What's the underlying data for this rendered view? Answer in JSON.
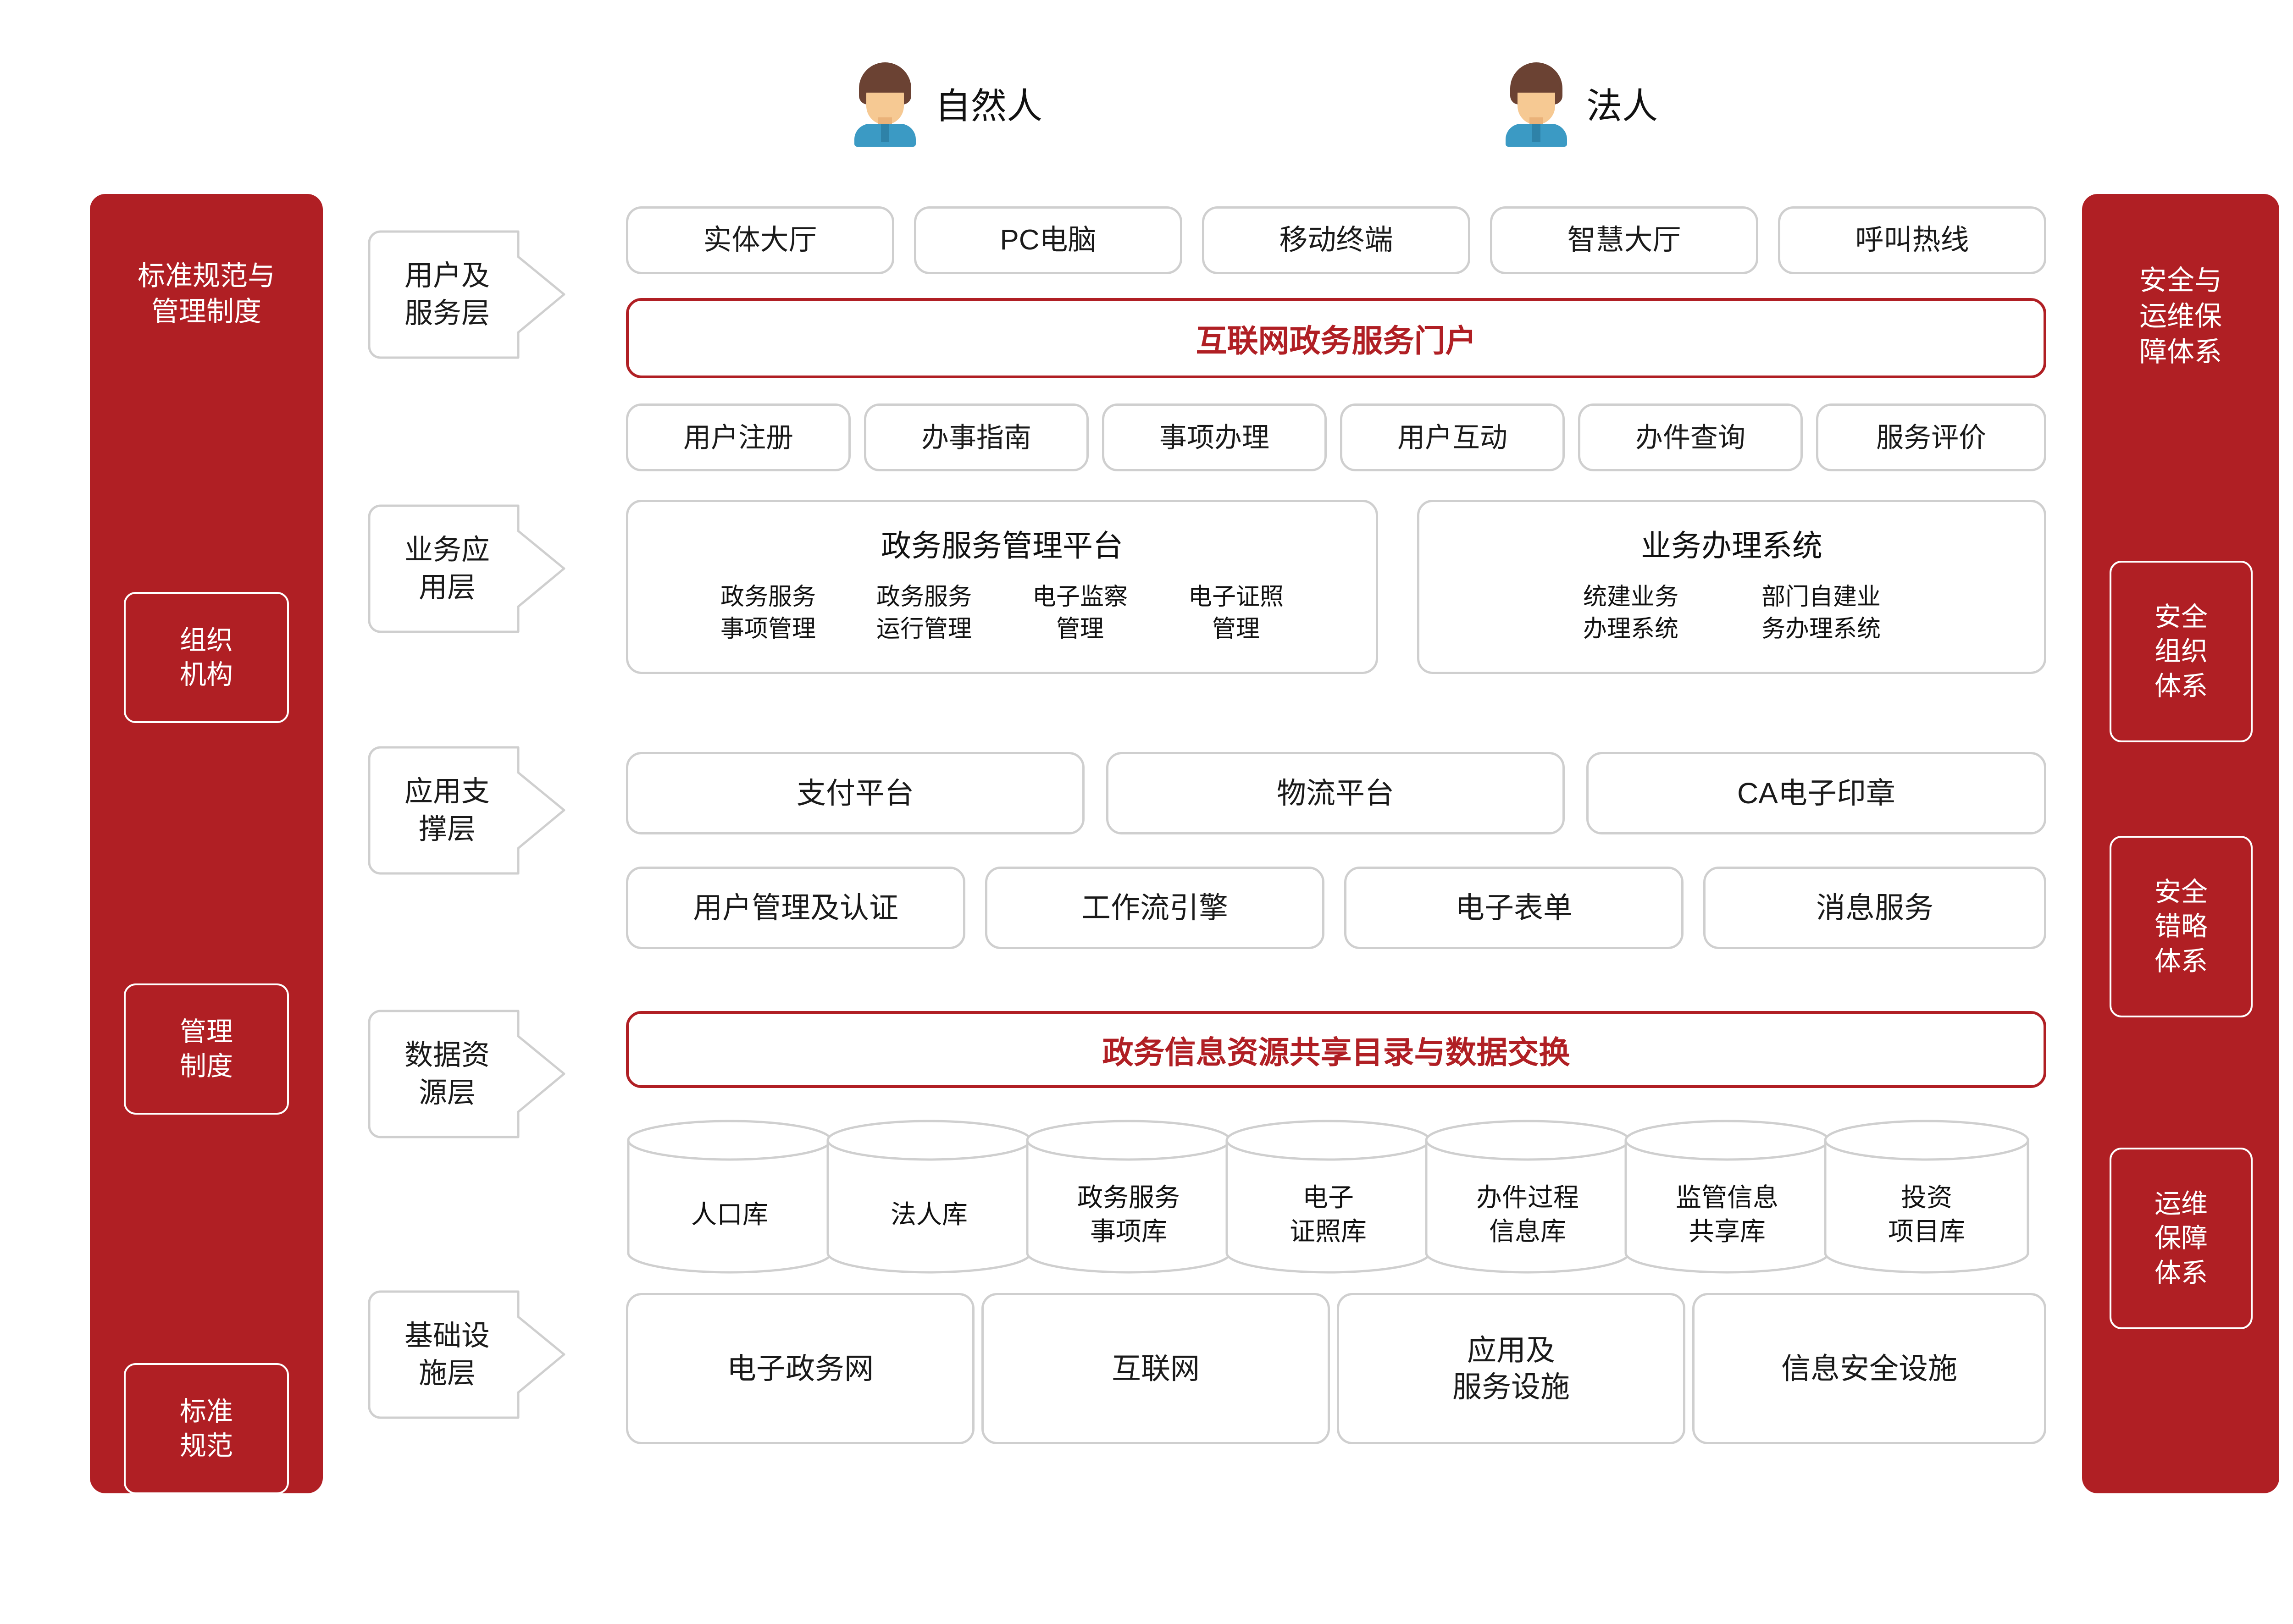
{
  "colors": {
    "brand_red": "#b01f24",
    "box_border": "#cfcfcf",
    "text": "#1a1a1a"
  },
  "actors": [
    {
      "icon": "person-avatar-icon",
      "label": "自然人"
    },
    {
      "icon": "person-avatar-icon",
      "label": "法人"
    }
  ],
  "left_panel": {
    "title": "标准规范与管理制度",
    "chips": [
      {
        "label": "组织\n机构"
      },
      {
        "label": "管理\n制度"
      },
      {
        "label": "标准\n规范"
      }
    ]
  },
  "right_panel": {
    "title": "安全与\n运维保\n障体系",
    "chips": [
      {
        "label": "安全\n组织\n体系"
      },
      {
        "label": "安全\n错略\n体系"
      },
      {
        "label": "运维\n保障\n体系"
      }
    ]
  },
  "layers": [
    {
      "key": "user_service",
      "label": "用户及\n服务层"
    },
    {
      "key": "business_app",
      "label": "业务应\n用层"
    },
    {
      "key": "app_support",
      "label": "应用支\n撑层"
    },
    {
      "key": "data_resource",
      "label": "数据资\n源层"
    },
    {
      "key": "infrastructure",
      "label": "基础设\n施层"
    }
  ],
  "user_service_layer": {
    "channels": [
      "实体大厅",
      "PC电脑",
      "移动终端",
      "智慧大厅",
      "呼叫热线"
    ],
    "portal": "互联网政务服务门户",
    "functions": [
      "用户注册",
      "办事指南",
      "事项办理",
      "用户互动",
      "办件查询",
      "服务评价"
    ]
  },
  "business_app_layer": {
    "platforms": [
      {
        "title": "政务服务管理平台",
        "columns": [
          "政务服务\n事项管理",
          "政务服务\n运行管理",
          "电子监察\n管理",
          "电子证照\n管理"
        ]
      },
      {
        "title": "业务办理系统",
        "columns": [
          "统建业务\n办理系统",
          "部门自建业\n务办理系统"
        ]
      }
    ]
  },
  "app_support_layer": {
    "row1": [
      "支付平台",
      "物流平台",
      "CA电子印章"
    ],
    "row2": [
      "用户管理及认证",
      "工作流引擎",
      "电子表单",
      "消息服务"
    ]
  },
  "data_resource_layer": {
    "exchange_bar": "政务信息资源共享目录与数据交换",
    "databases": [
      "人口库",
      "法人库",
      "政务服务\n事项库",
      "电子\n证照库",
      "办件过程\n信息库",
      "监管信息\n共享库",
      "投资\n项目库"
    ]
  },
  "infrastructure_layer": {
    "items": [
      "电子政务网",
      "互联网",
      "应用及\n服务设施",
      "信息安全设施"
    ]
  }
}
